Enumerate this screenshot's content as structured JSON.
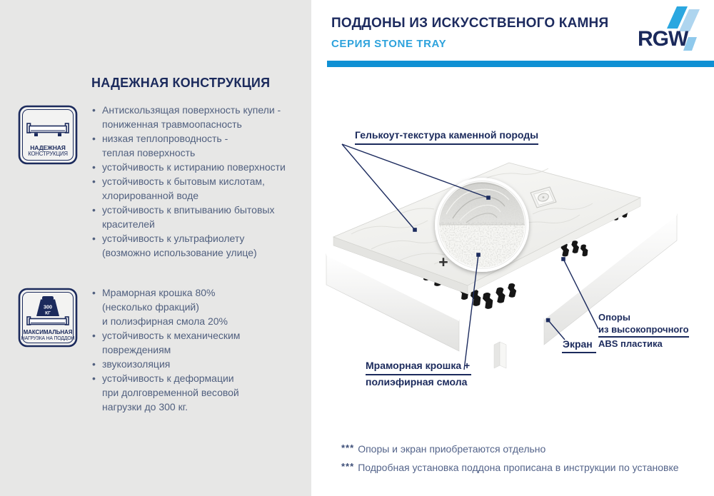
{
  "page": {
    "title": "ПОДДОНЫ ИЗ ИСКУССТВЕНОГО КАМНЯ",
    "subtitle": "СЕРИЯ STONE TRAY",
    "brand": "RGW"
  },
  "colors": {
    "navy": "#1b2a5c",
    "slate_text": "#51607f",
    "accent_blue": "#0f90d4",
    "subtitle_blue": "#2da2dc",
    "panel_gray": "#e7e7e6",
    "logo_mid_blue": "#2ba7e0",
    "logo_light_blue": "#aed5ef"
  },
  "left_panel": {
    "heading": "НАДЕЖНАЯ КОНСТРУКЦИЯ",
    "icon_reliable": {
      "line1": "НАДЕЖНАЯ",
      "line2": "КОНСТРУКЦИЯ"
    },
    "icon_load": {
      "weight_value": "300",
      "weight_unit": "КГ",
      "line1": "МАКСИМАЛЬНАЯ",
      "line2": "НАГРУЗКА НА ПОДДОН"
    },
    "bullets_group1": [
      "Антискользящая поверхность купели -\nпониженная травмоопасность",
      "низкая теплопроводность -\n теплая поверхность",
      "устойчивость к истиранию поверхности",
      "устойчивость к бытовым кислотам,\nхлорированной воде",
      "устойчивость к впитыванию бытовых\nкрасителей",
      "устойчивость к ультрафиолету\n(возможно использование улице)"
    ],
    "bullets_group2": [
      "Мраморная крошка 80%\n(несколько фракций)\n и полиэфирная смола 20%",
      "устойчивость к механическим\nповреждениям",
      "звукоизоляция",
      "устойчивость к деформации\nпри долговременной весовой\nнагрузки до 300 кг."
    ]
  },
  "diagram": {
    "labels": {
      "gelcoat": "Гелькоут-текстура каменной породы",
      "marble_line1": "Мраморная крошка +",
      "marble_line2": "полиэфирная смола",
      "supports_line1": "Опоры",
      "supports_line2": "из высокопрочного",
      "supports_line3": "ABS пластика",
      "screen": "Экран",
      "plus_sign": "+"
    }
  },
  "footnotes": [
    {
      "stars": "***",
      "text": "Опоры и экран приобретаются отдельно"
    },
    {
      "stars": "***",
      "text": "Подробная установка поддона прописана в инструкции по установке"
    }
  ]
}
